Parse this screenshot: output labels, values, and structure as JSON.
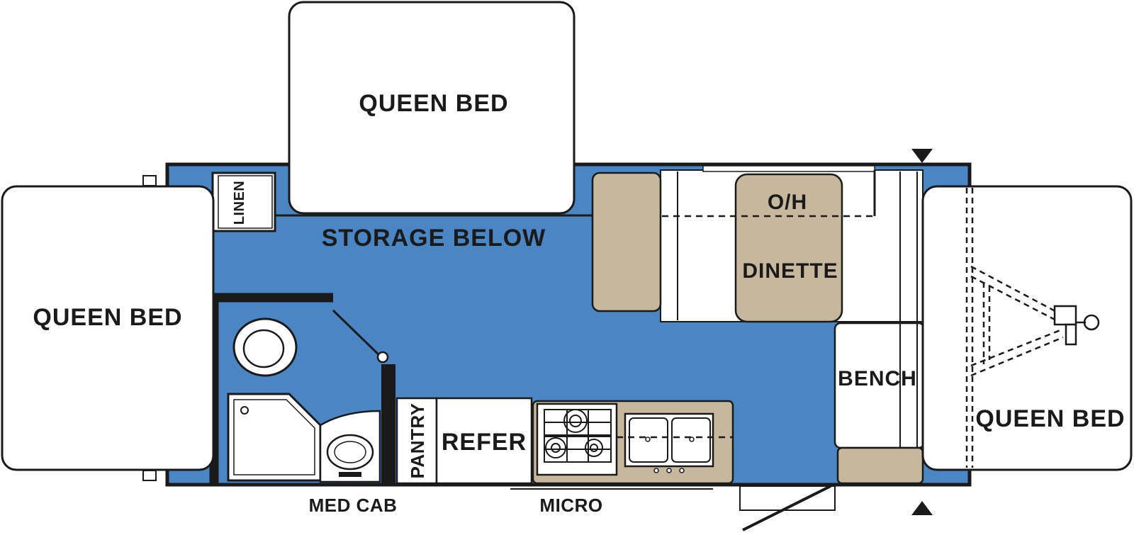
{
  "colors": {
    "floor": "#4a86c3",
    "cushion": "#c5b89c",
    "wall": "#1a1a1a",
    "bed": "#ffffff"
  },
  "labels": {
    "bed_top": "QUEEN BED",
    "bed_left": "QUEEN BED",
    "bed_right": "QUEEN BED",
    "storage": "STORAGE BELOW",
    "linen": "LINEN",
    "overhead": "O/H",
    "dinette": "DINETTE",
    "bench": "BENCH",
    "pantry": "PANTRY",
    "refer": "REFER",
    "med_cab": "MED CAB",
    "micro": "MICRO"
  }
}
